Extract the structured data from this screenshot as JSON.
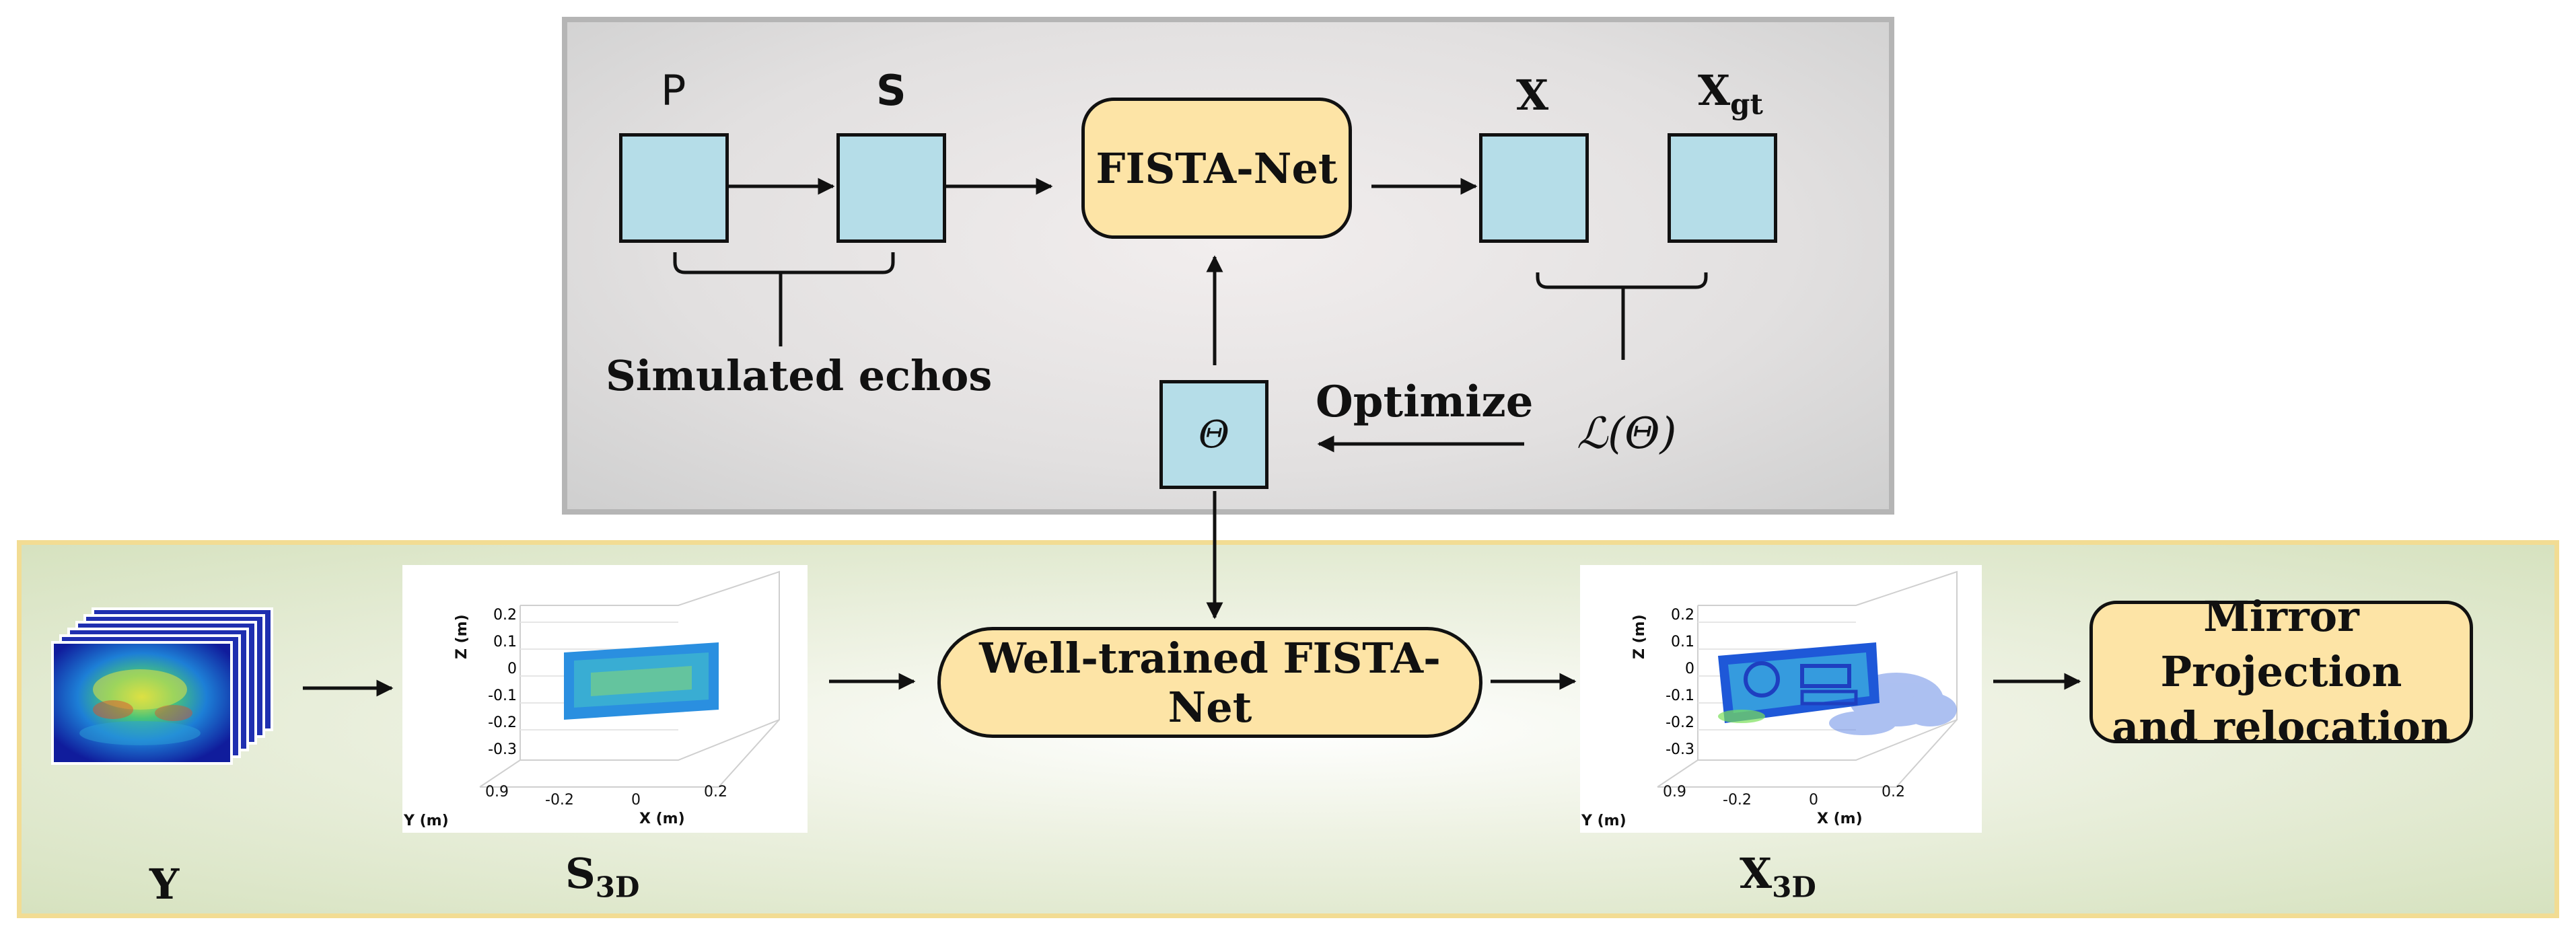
{
  "training": {
    "p_label": "P",
    "s_label": "S",
    "x_label": "X",
    "xgt_base": "X",
    "xgt_sub": "gt",
    "fista_label": "FISTA-Net",
    "theta_label": "Θ",
    "simulated_label": "Simulated echos",
    "optimize_label": "Optimize",
    "loss_script": "ℒ",
    "loss_arg": "(Θ)"
  },
  "inference": {
    "y_label": "Y",
    "s3d_base": "S",
    "s3d_sub": "3D",
    "x3d_base": "X",
    "x3d_sub": "3D",
    "well_trained_label": "Well-trained FISTA-Net",
    "mirror_line1": "Mirror Projection",
    "mirror_line2": "and relocation"
  },
  "plot_s3d": {
    "z_axis_label": "Z (m)",
    "x_axis_label": "X (m)",
    "y_axis_label": "Y (m)",
    "z_ticks": [
      "0.2",
      "0.1",
      "0",
      "-0.1",
      "-0.2",
      "-0.3"
    ],
    "x_ticks": [
      "-0.2",
      "0",
      "0.2"
    ],
    "y_tick": "0.9"
  },
  "plot_x3d": {
    "z_axis_label": "Z (m)",
    "x_axis_label": "X (m)",
    "y_axis_label": "Y (m)",
    "z_ticks": [
      "0.2",
      "0.1",
      "0",
      "-0.1",
      "-0.2",
      "-0.3"
    ],
    "x_ticks": [
      "-0.2",
      "0",
      "0.2"
    ],
    "y_tick": "0.9"
  },
  "colors": {
    "square_fill": "#b5dde8",
    "pill_fill": "#fde4a6",
    "training_border": "#b5b5b5",
    "inference_border": "#f2dc93"
  }
}
